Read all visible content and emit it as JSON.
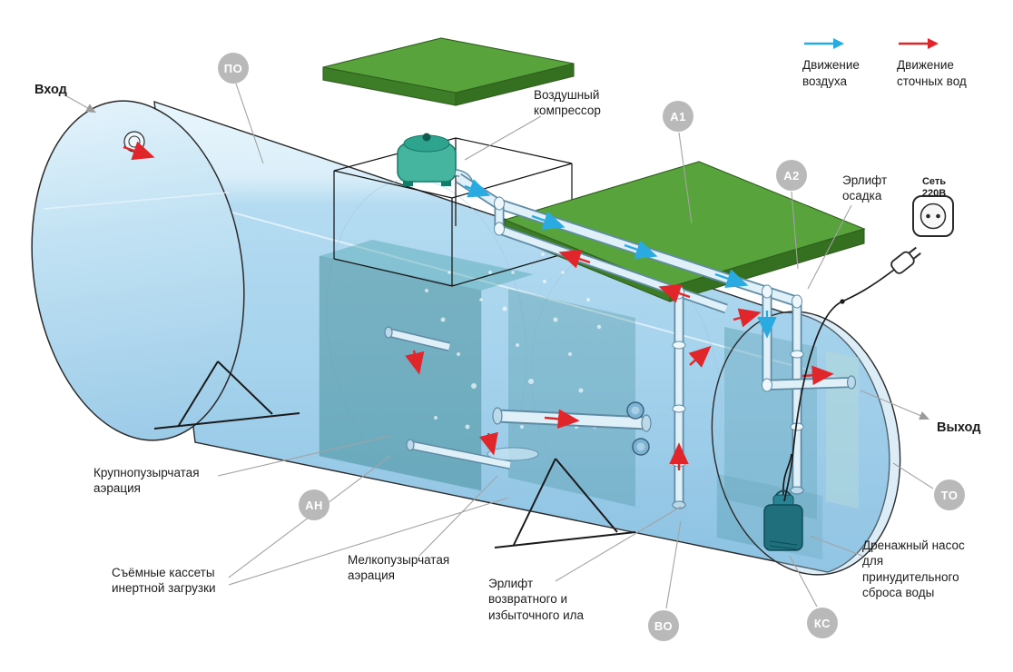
{
  "legend": {
    "air": {
      "label": "Движение воздуха",
      "color": "#29abe2"
    },
    "waste": {
      "label": "Движение сточных вод",
      "color": "#e0262b"
    }
  },
  "labels": {
    "inlet": "Вход",
    "outlet": "Выход",
    "compressor": "Воздушный компрессор",
    "airlift_sludge": "Эрлифт осадка",
    "power": "Сеть 220В",
    "coarse_aeration": "Крупнопузырчатая аэрация",
    "cassettes": "Съёмные кассеты инертной загрузки",
    "fine_aeration": "Мелкопузырчатая аэрация",
    "airlift_return": "Эрлифт возвратного и избыточного ила",
    "drain_pump": "Дренажный насос для принудительного сброса воды"
  },
  "badges": [
    {
      "id": "po",
      "label": "ПО"
    },
    {
      "id": "a1",
      "label": "А1"
    },
    {
      "id": "a2",
      "label": "А2"
    },
    {
      "id": "an",
      "label": "АН"
    },
    {
      "id": "vo",
      "label": "ВО"
    },
    {
      "id": "ks",
      "label": "КС"
    },
    {
      "id": "to",
      "label": "ТО"
    }
  ],
  "colors": {
    "tank": "#a3d1ec",
    "cover": "#58a33c",
    "air_flow": "#29abe2",
    "waste_flow": "#e0262b"
  }
}
